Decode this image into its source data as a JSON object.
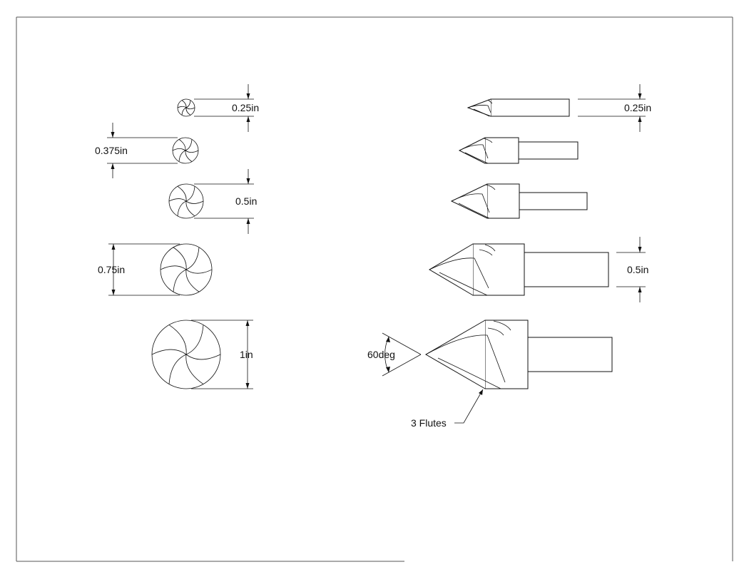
{
  "drawing": {
    "subject": "countersink drill bits",
    "colors": {
      "line": "#111111",
      "background": "#ffffff",
      "frame": "#555555"
    }
  },
  "end_views": {
    "dimensions": [
      {
        "label": "0.25in"
      },
      {
        "label": "0.375in"
      },
      {
        "label": "0.5in"
      },
      {
        "label": "0.75in"
      },
      {
        "label": "1in"
      }
    ]
  },
  "side_views": {
    "dimensions": [
      {
        "label": "0.25in"
      },
      {
        "label": "0.5in"
      }
    ],
    "angle_label": "60deg",
    "flutes_label": "3 Flutes"
  }
}
